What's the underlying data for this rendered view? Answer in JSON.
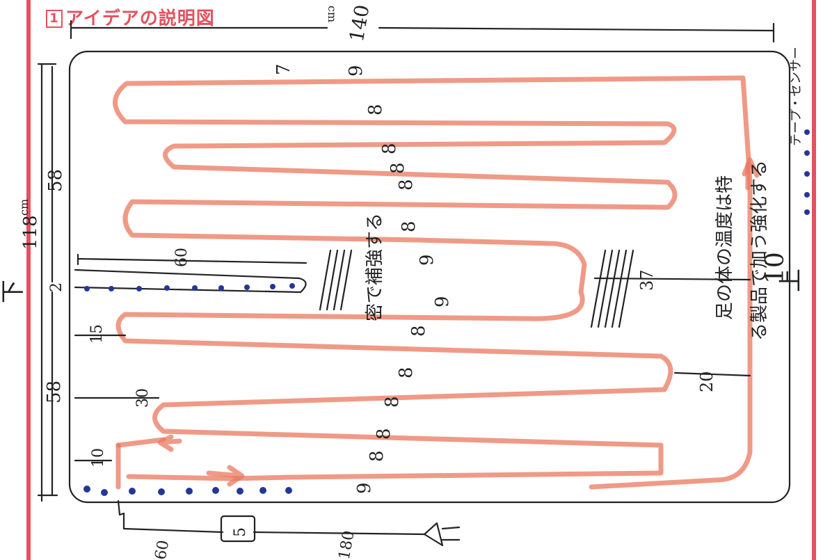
{
  "title": {
    "number": "1",
    "text": "アイデアの説明図"
  },
  "labels": {
    "width_unit": "cm",
    "width": "140",
    "height_unit": "cm",
    "height_total": "118",
    "height_top": "58",
    "gap": "2",
    "height_bottom": "58",
    "partition_length": "60",
    "label_lower": "下",
    "label_upper": "上",
    "sensor_label": "テープ・センサー",
    "offset_10a": "10",
    "offset_10b": "10",
    "offset_15": "15",
    "offset_30": "30",
    "offset_20": "20",
    "offset_37": "37",
    "pitch_7": "7",
    "pitch_9a": "9",
    "pitch_9b": "9",
    "pitch_9c": "9",
    "pitch_9d": "9",
    "pitch_8a": "8",
    "pitch_8b": "8",
    "pitch_8c": "8",
    "pitch_8d": "8",
    "pitch_8e": "8",
    "pitch_8f": "8",
    "pitch_8g": "8",
    "pitch_8h": "8",
    "pitch_8i": "8",
    "pitch_8j": "8",
    "note_dense": "密で補強する",
    "note_body_1": "足の体の温度は特",
    "note_body_2": "る製品で加う強化する",
    "controller": "5",
    "cord_60": "60",
    "cord_180": "180"
  },
  "colors": {
    "frame": "#e4525f",
    "heater_line": "#e9785f",
    "sensor_dots": "#23379b",
    "ink": "#222222"
  }
}
